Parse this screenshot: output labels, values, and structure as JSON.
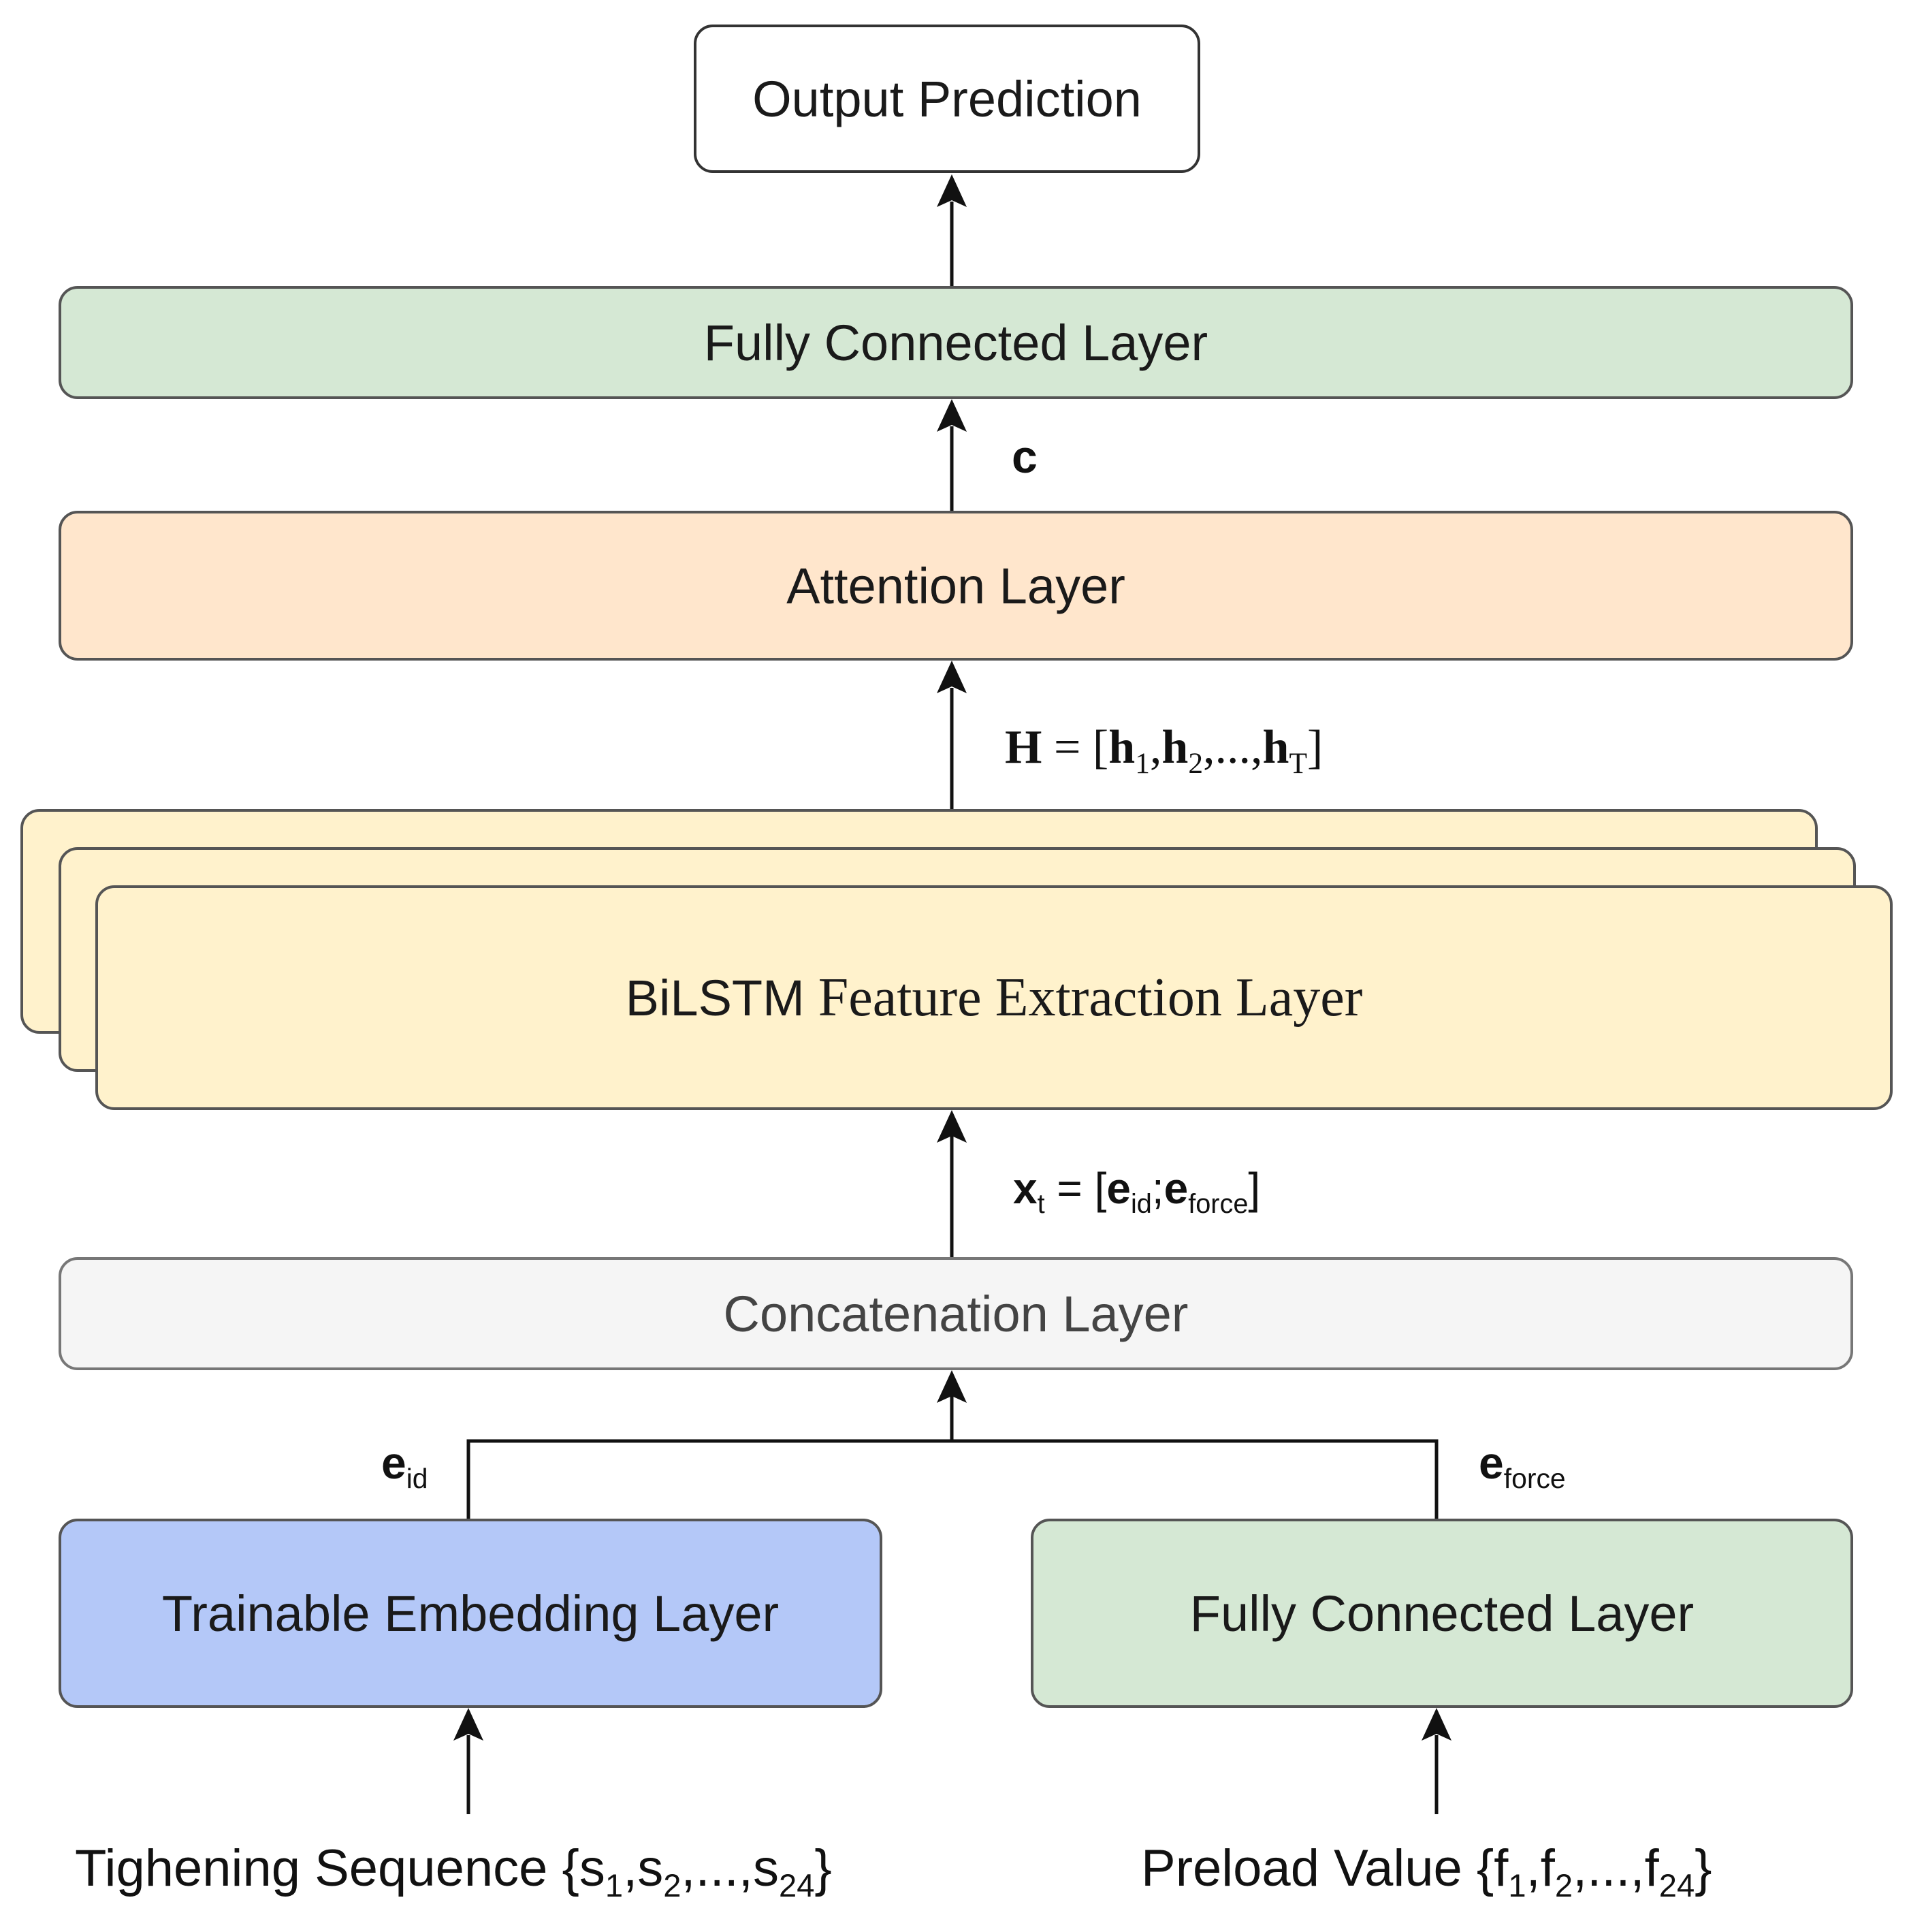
{
  "boxes": {
    "output": "Output Prediction",
    "fc_top": "Fully Connected Layer",
    "attention": "Attention Layer",
    "bilstm_prefix": "BiLSTM",
    "bilstm_rest": "Feature Extraction Layer",
    "concat": "Concatenation Layer",
    "embedding": "Trainable Embedding Layer",
    "fc_bottom": "Fully Connected Layer"
  },
  "labels": {
    "c": "c",
    "H": "H",
    "H_eq": " = [",
    "h": "h",
    "h1_sub": "1",
    "h2_sub": "2",
    "hT_sub": "T",
    "H_sep": ",",
    "H_dots": ",...,",
    "H_close": "]",
    "x": "x",
    "x_sub": "t",
    "x_eq": " = [",
    "e": "e",
    "id": "id",
    "force": "force",
    "x_semi": ";",
    "x_close": "]",
    "e_id_base": "e",
    "e_id_sub": "id",
    "e_force_base": "e",
    "e_force_sub": "force"
  },
  "inputs": {
    "left_prefix": "Tighening Sequence {s",
    "left_sub1": "1",
    "left_mid1": ",s",
    "left_sub2": "2",
    "left_mid2": ",...,s",
    "left_sub3": "24",
    "left_end": "}",
    "right_prefix": "Preload Value {f",
    "right_sub1": "1",
    "right_mid1": ",f",
    "right_sub2": "2",
    "right_mid2": ",...,f",
    "right_sub3": "24",
    "right_end": "}"
  }
}
